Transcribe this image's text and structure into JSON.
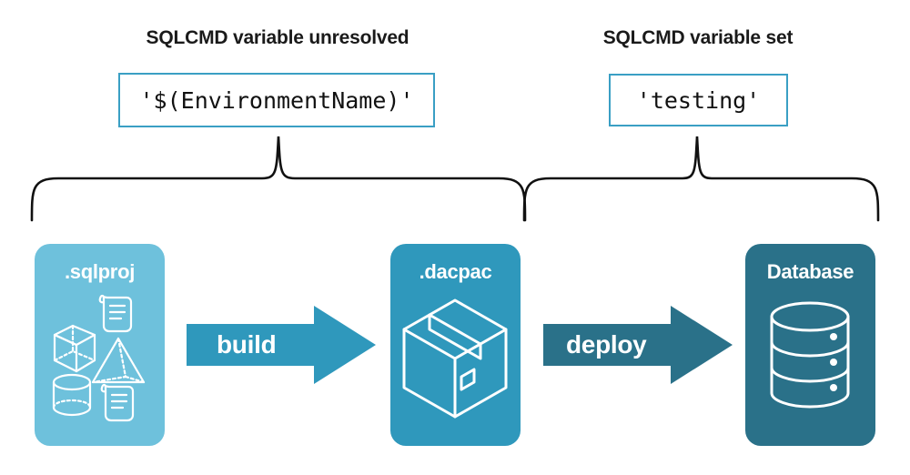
{
  "headings": {
    "left": "SQLCMD variable unresolved",
    "right": "SQLCMD variable set"
  },
  "code_boxes": {
    "left": "'$(EnvironmentName)'",
    "right": "'testing'"
  },
  "stages": [
    {
      "id": "sqlproj",
      "label": ".sqlproj",
      "color": "#6ec1dc",
      "icons": [
        "cube-icon",
        "script-scroll-icon",
        "pyramid-icon",
        "cylinder-icon",
        "script-scroll-icon"
      ]
    },
    {
      "id": "dacpac",
      "label": ".dacpac",
      "color": "#2f98bc",
      "icons": [
        "package-box-icon"
      ]
    },
    {
      "id": "database",
      "label": "Database",
      "color": "#2a7189",
      "icons": [
        "database-cylinder-icon"
      ]
    }
  ],
  "arrows": [
    {
      "id": "build",
      "label": "build",
      "color": "#2f98bc"
    },
    {
      "id": "deploy",
      "label": "deploy",
      "color": "#2a7189"
    }
  ],
  "braces": {
    "left_span": "sqlproj-to-dacpac",
    "right_span": "dacpac-to-database",
    "color": "#111111"
  },
  "theme": {
    "background": "#ffffff",
    "heading_color": "#1a1a1a",
    "code_border": "#3a9fc4",
    "code_text": "#111111"
  }
}
